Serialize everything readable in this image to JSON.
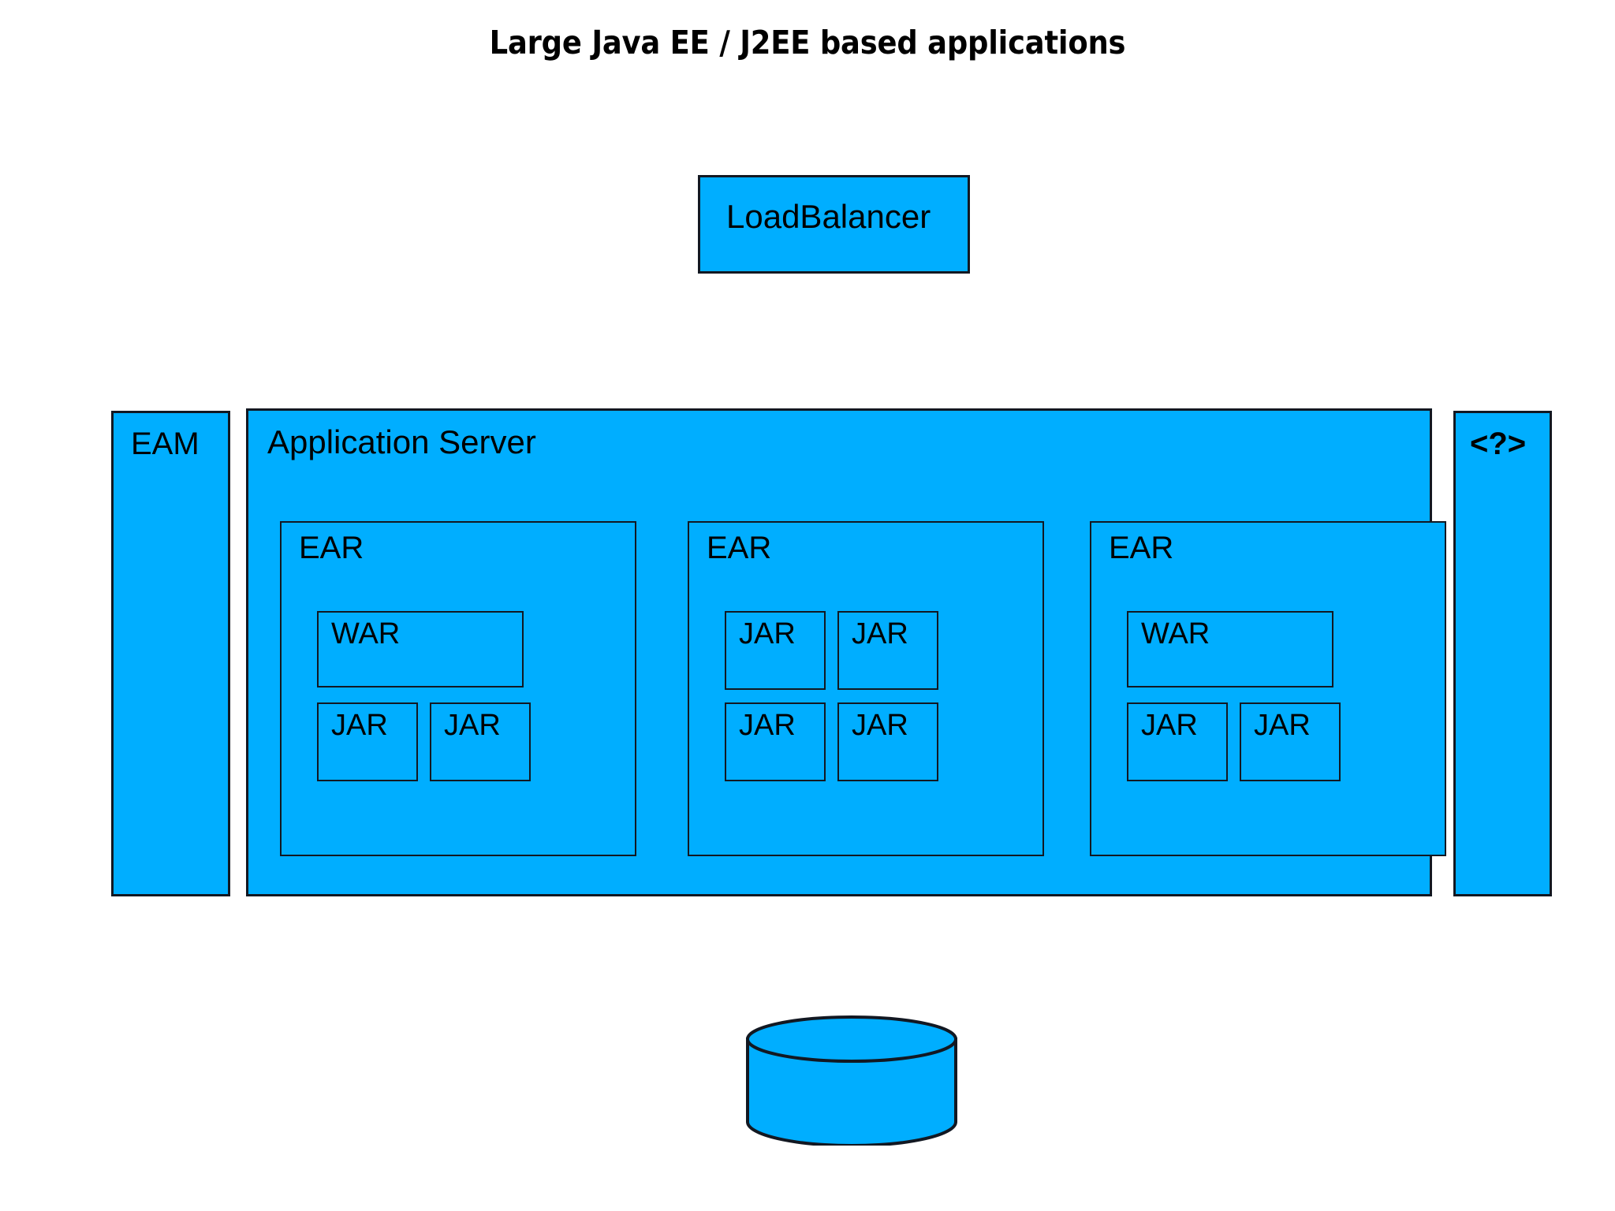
{
  "diagram": {
    "title": "Large Java EE / J2EE based applications",
    "colors": {
      "fill": "#00AEFF",
      "stroke": "#121822",
      "background": "#FFFFFF",
      "text": "#000000"
    },
    "load_balancer": {
      "label": "LoadBalancer"
    },
    "eam": {
      "label": "EAM"
    },
    "unknown": {
      "label": "<?>"
    },
    "app_server": {
      "label": "Application Server",
      "ears": [
        {
          "label": "EAR",
          "modules": [
            {
              "label": "WAR",
              "kind": "war"
            },
            {
              "label": "JAR",
              "kind": "jar"
            },
            {
              "label": "JAR",
              "kind": "jar"
            }
          ]
        },
        {
          "label": "EAR",
          "modules": [
            {
              "label": "JAR",
              "kind": "jar"
            },
            {
              "label": "JAR",
              "kind": "jar"
            },
            {
              "label": "JAR",
              "kind": "jar"
            },
            {
              "label": "JAR",
              "kind": "jar"
            }
          ]
        },
        {
          "label": "EAR",
          "modules": [
            {
              "label": "WAR",
              "kind": "war"
            },
            {
              "label": "JAR",
              "kind": "jar"
            },
            {
              "label": "JAR",
              "kind": "jar"
            }
          ]
        }
      ]
    },
    "database": {
      "label": "",
      "shape": "cylinder"
    }
  }
}
